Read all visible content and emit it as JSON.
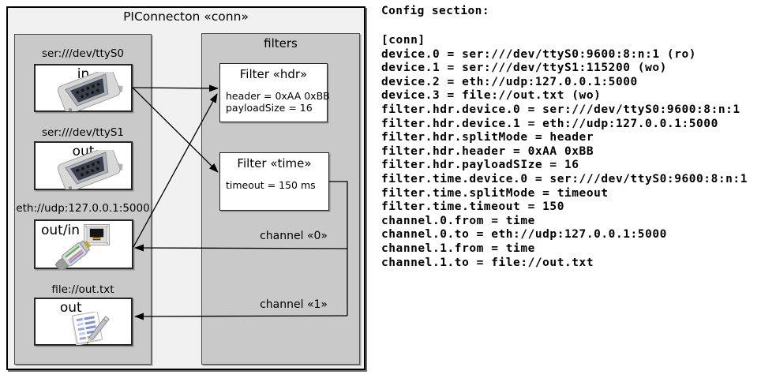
{
  "window": {
    "title": "PIConnecton «conn»"
  },
  "devices_panel": {
    "devices": [
      {
        "uri": "ser:///dev/ttyS0",
        "mode": "in",
        "icon": "serial-connector"
      },
      {
        "uri": "ser:///dev/ttyS1",
        "mode": "out",
        "icon": "serial-connector"
      },
      {
        "uri": "eth://udp:127.0.0.1:5000",
        "mode": "out/in",
        "icon": "ethernet-jack-and-plug"
      },
      {
        "uri": "file://out.txt",
        "mode": "out",
        "icon": "notepad-pencil"
      }
    ]
  },
  "filters_panel": {
    "title": "filters",
    "filters": [
      {
        "title": "Filter «hdr»",
        "attributes": [
          "header = 0xAA 0xBB",
          "payloadSize = 16"
        ]
      },
      {
        "title": "Filter «time»",
        "attributes": [
          "timeout = 150 ms"
        ]
      }
    ]
  },
  "channels": [
    {
      "label": "channel «0»"
    },
    {
      "label": "channel «1»"
    }
  ],
  "config": {
    "heading": "Config section:",
    "lines": [
      "[conn]",
      "device.0 = ser:///dev/ttyS0:9600:8:n:1 (ro)",
      "device.1 = ser:///dev/ttyS1:115200 (wo)",
      "device.2 = eth://udp:127.0.0.1:5000",
      "device.3 = file://out.txt (wo)",
      "filter.hdr.device.0 = ser:///dev/ttyS0:9600:8:n:1",
      "filter.hdr.device.1 = eth://udp:127.0.0.1:5000",
      "filter.hdr.splitMode = header",
      "filter.hdr.header = 0xAA 0xBB",
      "filter.hdr.payloadSIze = 16",
      "filter.time.device.0 = ser:///dev/ttyS0:9600:8:n:1",
      "filter.time.splitMode = timeout",
      "filter.time.timeout = 150",
      "channel.0.from = time",
      "channel.0.to = eth://udp:127.0.0.1:5000",
      "channel.1.from = time",
      "channel.1.to = file://out.txt"
    ]
  },
  "colors": {
    "outer_fill": "#f1f1f1",
    "panel_fill": "#c9c9c9",
    "box_fill": "#ffffff",
    "line": "#000000"
  }
}
